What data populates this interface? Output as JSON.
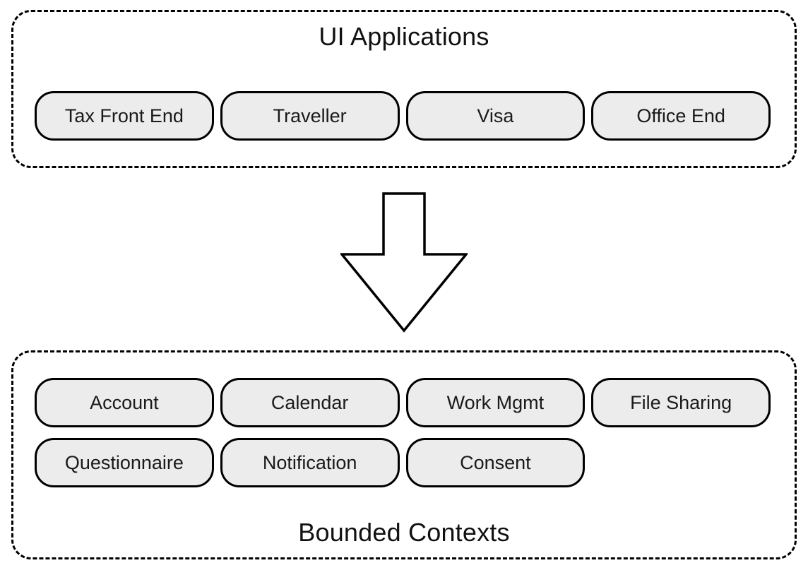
{
  "diagram": {
    "top_group": {
      "title": "UI Applications",
      "items": [
        {
          "label": "Tax Front End"
        },
        {
          "label": "Traveller"
        },
        {
          "label": "Visa"
        },
        {
          "label": "Office End"
        }
      ]
    },
    "arrow": {
      "icon": "down-arrow",
      "meaning": "UI Applications map to Bounded Contexts"
    },
    "bottom_group": {
      "title": "Bounded Contexts",
      "items": [
        {
          "label": "Account"
        },
        {
          "label": "Calendar"
        },
        {
          "label": "Work Mgmt"
        },
        {
          "label": "File Sharing"
        },
        {
          "label": "Questionnaire"
        },
        {
          "label": "Notification"
        },
        {
          "label": "Consent"
        }
      ]
    },
    "colors": {
      "background": "#ffffff",
      "pill_fill": "#ececec",
      "pill_border": "#000000",
      "container_border": "#000000",
      "text": "#111111"
    }
  }
}
